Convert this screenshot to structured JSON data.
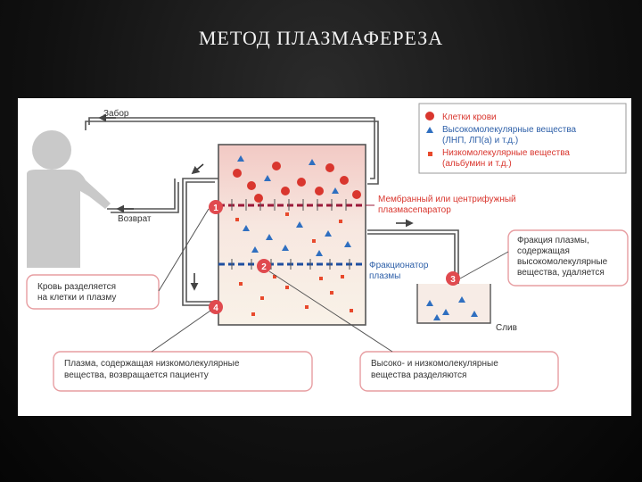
{
  "slide": {
    "title": "МЕТОД  ПЛАЗМАФЕРЕЗА"
  },
  "colors": {
    "blood_cell": "#d9362e",
    "high_molecular": "#2f6fc0",
    "low_molecular": "#e8492c",
    "membrane_line": "#9b1a3a",
    "fractionator_line": "#1f4fa0",
    "callout_border": "#e79da1",
    "marker": "#e04a4f"
  },
  "diagram": {
    "intake_label": "Забор",
    "return_label": "Возврат",
    "drain_label": "Слив",
    "legend": {
      "blood_cells": "Клетки крови",
      "high_mol_line1": "Высокомолекулярные вещества",
      "high_mol_line2": "(ЛНП, ЛП(а) и т.д.)",
      "low_mol_line1": "Низкомолекулярные вещества",
      "low_mol_line2": "(альбумин и т.д.)"
    },
    "membrane_line1": "Мембранный или центрифужный",
    "membrane_line2": "плазмасепаратор",
    "fractionator_line1": "Фракционатор",
    "fractionator_line2": "плазмы",
    "markers": [
      "1",
      "2",
      "3",
      "4"
    ],
    "callouts": {
      "blood_split_line1": "Кровь разделяется",
      "blood_split_line2": "на клетки и плазму",
      "plasma_return_line1": "Плазма, содержащая низкомолекулярные",
      "plasma_return_line2": "вещества, возвращается пациенту",
      "separated_line1": "Высоко- и низкомолекулярные",
      "separated_line2": "вещества разделяются",
      "fraction_line1": "Фракция плазмы,",
      "fraction_line2": "содержащая",
      "fraction_line3": "высокомолекулярные",
      "fraction_line4": "вещества, удаляется"
    }
  }
}
